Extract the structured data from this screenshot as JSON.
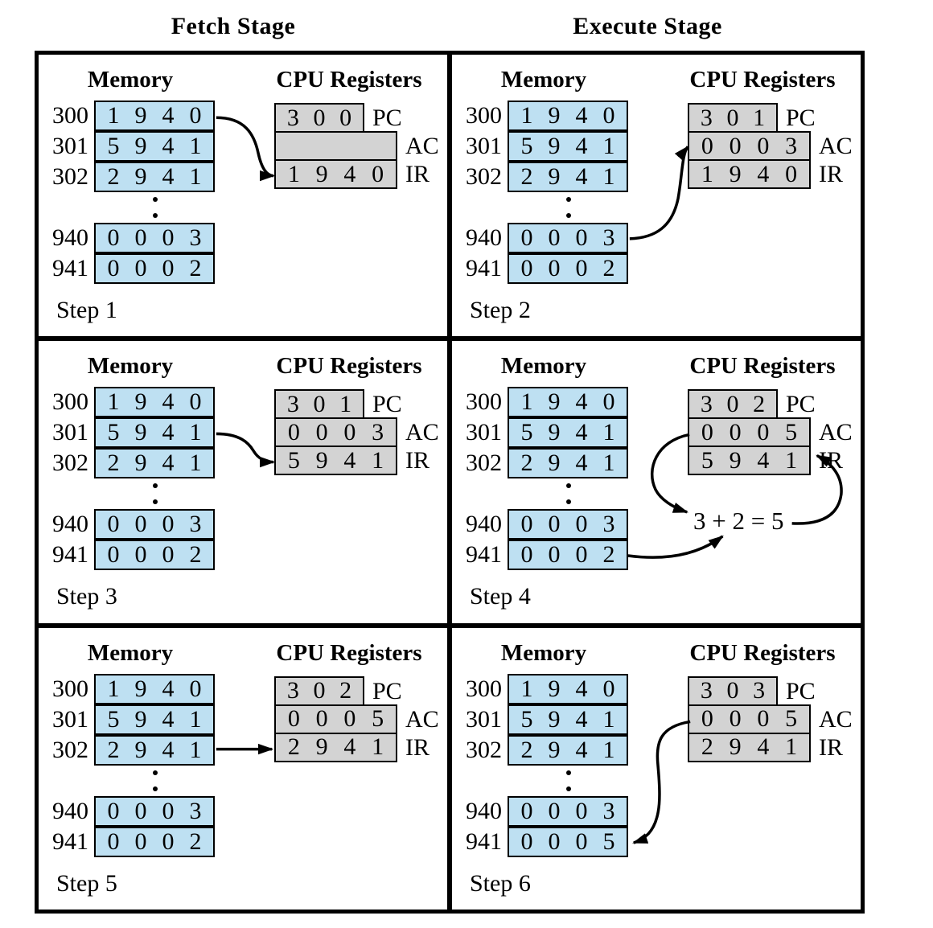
{
  "page": {
    "fetch_header": "Fetch Stage",
    "execute_header": "Execute Stage"
  },
  "colors": {
    "memory_cell": "#BEE0F2",
    "register_cell": "#D3D3D3",
    "border": "#000000"
  },
  "panels": [
    {
      "step_label": "Step 1",
      "memory_title": "Memory",
      "registers_title": "CPU Registers",
      "memory": [
        {
          "addr": "300",
          "value": "1940"
        },
        {
          "addr": "301",
          "value": "5941"
        },
        {
          "addr": "302",
          "value": "2941"
        },
        {
          "addr": "940",
          "value": "0003"
        },
        {
          "addr": "941",
          "value": "0002"
        }
      ],
      "registers": [
        {
          "name": "PC",
          "value": "300"
        },
        {
          "name": "AC",
          "value": ""
        },
        {
          "name": "IR",
          "value": "1940"
        }
      ],
      "annotation": "",
      "arrows": [
        {
          "from": "memory-300",
          "to": "IR"
        }
      ]
    },
    {
      "step_label": "Step 2",
      "memory_title": "Memory",
      "registers_title": "CPU Registers",
      "memory": [
        {
          "addr": "300",
          "value": "1940"
        },
        {
          "addr": "301",
          "value": "5941"
        },
        {
          "addr": "302",
          "value": "2941"
        },
        {
          "addr": "940",
          "value": "0003"
        },
        {
          "addr": "941",
          "value": "0002"
        }
      ],
      "registers": [
        {
          "name": "PC",
          "value": "301"
        },
        {
          "name": "AC",
          "value": "0003"
        },
        {
          "name": "IR",
          "value": "1940"
        }
      ],
      "annotation": "",
      "arrows": [
        {
          "from": "memory-940",
          "to": "AC"
        }
      ]
    },
    {
      "step_label": "Step 3",
      "memory_title": "Memory",
      "registers_title": "CPU Registers",
      "memory": [
        {
          "addr": "300",
          "value": "1940"
        },
        {
          "addr": "301",
          "value": "5941"
        },
        {
          "addr": "302",
          "value": "2941"
        },
        {
          "addr": "940",
          "value": "0003"
        },
        {
          "addr": "941",
          "value": "0002"
        }
      ],
      "registers": [
        {
          "name": "PC",
          "value": "301"
        },
        {
          "name": "AC",
          "value": "0003"
        },
        {
          "name": "IR",
          "value": "5941"
        }
      ],
      "annotation": "",
      "arrows": [
        {
          "from": "memory-301",
          "to": "IR"
        }
      ]
    },
    {
      "step_label": "Step 4",
      "memory_title": "Memory",
      "registers_title": "CPU Registers",
      "memory": [
        {
          "addr": "300",
          "value": "1940"
        },
        {
          "addr": "301",
          "value": "5941"
        },
        {
          "addr": "302",
          "value": "2941"
        },
        {
          "addr": "940",
          "value": "0003"
        },
        {
          "addr": "941",
          "value": "0002"
        }
      ],
      "registers": [
        {
          "name": "PC",
          "value": "302"
        },
        {
          "name": "AC",
          "value": "0005"
        },
        {
          "name": "IR",
          "value": "5941"
        }
      ],
      "annotation": "3 + 2 = 5",
      "arrows": [
        {
          "from": "AC",
          "to": "annotation"
        },
        {
          "from": "memory-941",
          "to": "annotation"
        },
        {
          "from": "annotation",
          "to": "AC"
        }
      ]
    },
    {
      "step_label": "Step 5",
      "memory_title": "Memory",
      "registers_title": "CPU Registers",
      "memory": [
        {
          "addr": "300",
          "value": "1940"
        },
        {
          "addr": "301",
          "value": "5941"
        },
        {
          "addr": "302",
          "value": "2941"
        },
        {
          "addr": "940",
          "value": "0003"
        },
        {
          "addr": "941",
          "value": "0002"
        }
      ],
      "registers": [
        {
          "name": "PC",
          "value": "302"
        },
        {
          "name": "AC",
          "value": "0005"
        },
        {
          "name": "IR",
          "value": "2941"
        }
      ],
      "annotation": "",
      "arrows": [
        {
          "from": "memory-302",
          "to": "IR"
        }
      ]
    },
    {
      "step_label": "Step 6",
      "memory_title": "Memory",
      "registers_title": "CPU Registers",
      "memory": [
        {
          "addr": "300",
          "value": "1940"
        },
        {
          "addr": "301",
          "value": "5941"
        },
        {
          "addr": "302",
          "value": "2941"
        },
        {
          "addr": "940",
          "value": "0003"
        },
        {
          "addr": "941",
          "value": "0005"
        }
      ],
      "registers": [
        {
          "name": "PC",
          "value": "303"
        },
        {
          "name": "AC",
          "value": "0005"
        },
        {
          "name": "IR",
          "value": "2941"
        }
      ],
      "annotation": "",
      "arrows": [
        {
          "from": "AC",
          "to": "memory-941"
        }
      ]
    }
  ]
}
